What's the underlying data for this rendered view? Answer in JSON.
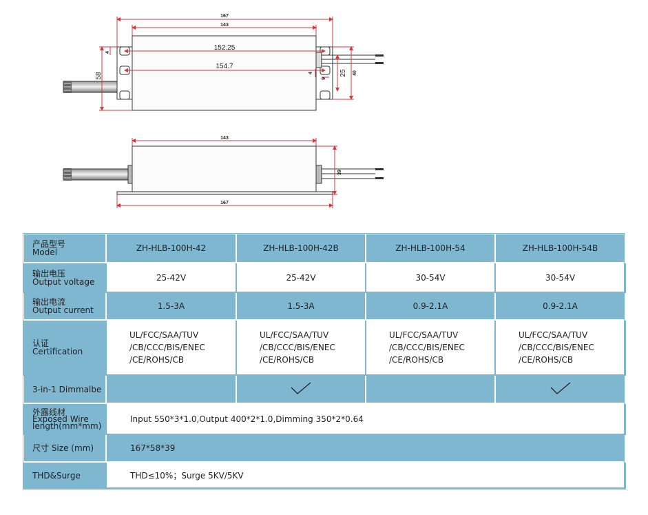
{
  "drawing": {
    "top_view": {
      "dim_overall_length": "167",
      "dim_body_length": "143",
      "dim_hole_pitch_inner": "152.25",
      "dim_hole_pitch_outer": "154.7",
      "dim_width": "58",
      "dim_slot_width_left": "4",
      "dim_slot_width_right": "4",
      "dim_slot_small": "9",
      "dim_slot_center": "25",
      "dim_body_width": "40"
    },
    "side_view": {
      "dim_body_length": "143",
      "dim_base_length": "167",
      "dim_height": "39"
    }
  },
  "table": {
    "rows": [
      {
        "label_cn": "产品型号",
        "label_en": "Model",
        "values": [
          "ZH-HLB-100H-42",
          "ZH-HLB-100H-42B",
          "ZH-HLB-100H-54",
          "ZH-HLB-100H-54B"
        ]
      },
      {
        "label_cn": "输出电压",
        "label_en": "Output voltage",
        "values": [
          "25-42V",
          "25-42V",
          "30-54V",
          "30-54V"
        ]
      },
      {
        "label_cn": "输出电流",
        "label_en": "Output current",
        "values": [
          "1.5-3A",
          "1.5-3A",
          "0.9-2.1A",
          "0.9-2.1A"
        ]
      },
      {
        "label_cn": "认证",
        "label_en": "Certification",
        "values": [
          [
            "UL/FCC/SAA/TUV",
            "/CB/CCC/BIS/ENEC",
            "/CE/ROHS/CB"
          ],
          [
            "UL/FCC/SAA/TUV",
            "/CB/CCC/BIS/ENEC",
            "/CE/ROHS/CB"
          ],
          [
            "UL/FCC/SAA/TUV",
            "/CB/CCC/BIS/ENEC",
            "/CE/ROHS/CB"
          ],
          [
            "UL/FCC/SAA/TUV",
            "/CB/CCC/BIS/ENEC",
            "/CE/ROHS/CB"
          ]
        ]
      },
      {
        "label_en": "3-in-1 Dimmalbe",
        "checks": [
          false,
          true,
          false,
          true
        ]
      },
      {
        "label_cn": "外露线材",
        "label_en1": "Exposed Wire",
        "label_en2": "length(mm*mm)",
        "value": "Input 550*3*1.0,Output 400*2*1.0,Dimming 350*2*0.64"
      },
      {
        "label_en": "尺寸 Size (mm)",
        "value": "167*58*39"
      },
      {
        "label_en": "THD&Surge",
        "value": "THD≤10%；Surge 5KV/5KV"
      }
    ]
  },
  "colors": {
    "row_blue": "#80b7d0",
    "dimension_red": "#d9343c"
  }
}
